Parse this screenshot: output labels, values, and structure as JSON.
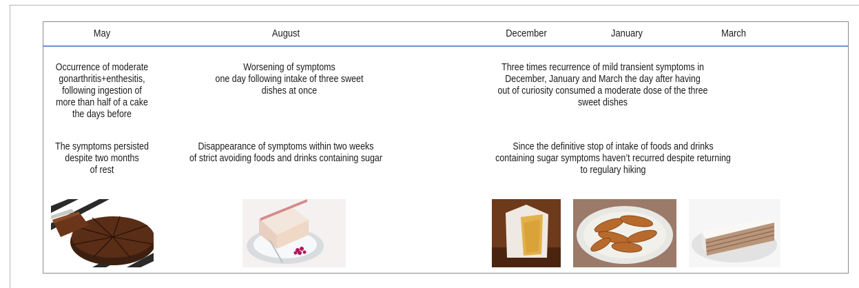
{
  "timeline": {
    "months": [
      "May",
      "August",
      "December",
      "January",
      "March"
    ]
  },
  "events": {
    "may_onset": "Occurrence of moderate\ngonarthritis+enthesitis,\nfollowing ingestion of\nmore than half of a cake\nthe days before",
    "august_worsening": "Worsening of symptoms\none day following intake of three sweet\ndishes at once",
    "winter_recurrence": "Three times recurrence of mild transient symptoms in\nDecember, January and March the day after having\nout of curiosity consumed a moderate dose of the three\nsweet dishes",
    "may_persist": "The symptoms persisted\ndespite two months\nof rest",
    "august_resolution": "Disappearance of symptoms within two weeks\nof strict avoiding foods and drinks containing sugar",
    "final_outcome": "Since the definitive stop of intake of foods and drinks\ncontaining sugar symptoms haven’t recurred despite returning\nto regulary hiking"
  },
  "images": {
    "may": "chocolate-cake-photo",
    "august": "layer-cake-slice-photo",
    "december": "sponge-cake-photo",
    "january": "pastry-plate-photo",
    "march": "cream-torte-slice-photo"
  },
  "colors": {
    "header_rule": "#6f8fd6",
    "frame": "#8a8a8a"
  }
}
